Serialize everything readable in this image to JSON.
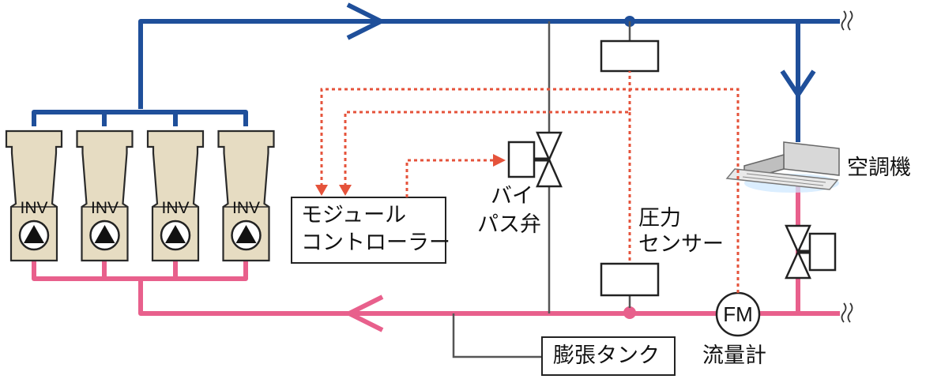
{
  "colors": {
    "supply_line": "#1f4f9a",
    "return_line": "#e8608c",
    "bypass_line": "#555555",
    "signal_line": "#e5533b",
    "chiller_fill": "#e6dcc2",
    "chiller_stroke": "#2a2a2a"
  },
  "chillers": {
    "units": [
      {
        "label": "INV",
        "icon": "pump-triangle-icon"
      },
      {
        "label": "INV",
        "icon": "pump-triangle-icon"
      },
      {
        "label": "INV",
        "icon": "pump-triangle-icon"
      },
      {
        "label": "INV",
        "icon": "pump-triangle-icon"
      }
    ]
  },
  "labels": {
    "module_controller": [
      "モジュール",
      "コントローラー"
    ],
    "bypass_valve": [
      "バイ",
      "パス弁"
    ],
    "pressure_sensor": [
      "圧力",
      "センサー"
    ],
    "air_conditioner": "空調機",
    "expansion_tank": "膨張タンク",
    "flow_meter_symbol": "FM",
    "flow_meter": "流量計"
  },
  "icons": {
    "pipe_break": "pipe-break-icon",
    "valve": "two-way-valve-icon",
    "air_conditioner": "cassette-ac-icon"
  }
}
